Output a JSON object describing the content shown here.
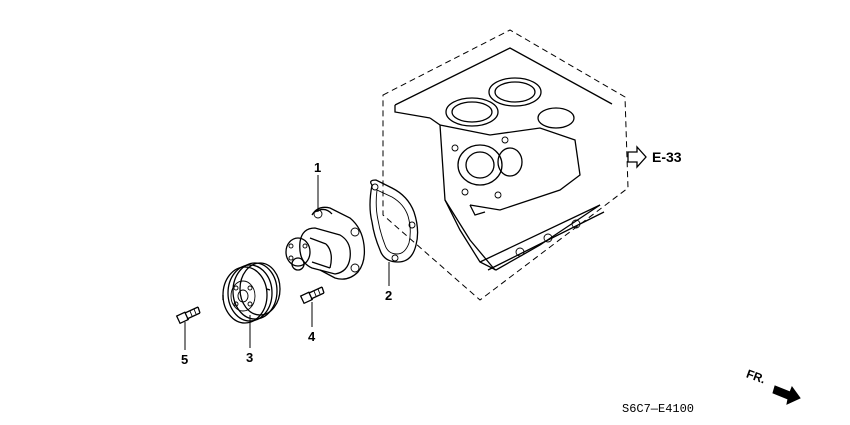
{
  "callouts": [
    {
      "id": "1",
      "part": "water-pump"
    },
    {
      "id": "2",
      "part": "gasket"
    },
    {
      "id": "3",
      "part": "pulley"
    },
    {
      "id": "4",
      "part": "bolt"
    },
    {
      "id": "5",
      "part": "bolt"
    }
  ],
  "reference": {
    "label": "E-33"
  },
  "direction": {
    "label": "FR."
  },
  "drawing_code": "S6C7—E4100"
}
